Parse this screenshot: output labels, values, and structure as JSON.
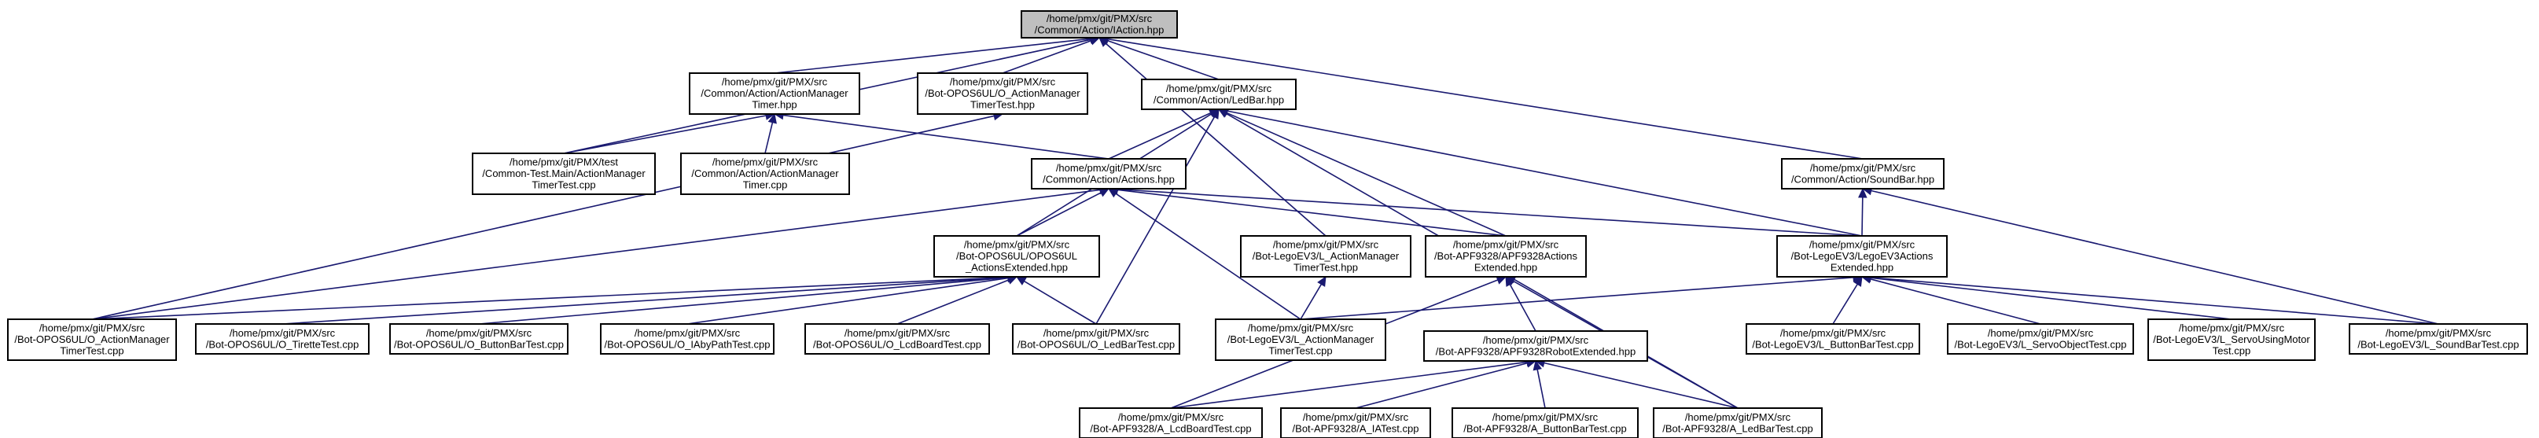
{
  "graph": {
    "nodes": [
      {
        "id": "iaction",
        "root": true,
        "lines": [
          "/home/pmx/git/PMX/src",
          "/Common/Action/IAction.hpp"
        ]
      },
      {
        "id": "actionmanagertimer",
        "lines": [
          "/home/pmx/git/PMX/src",
          "/Common/Action/ActionManager",
          "Timer.hpp"
        ]
      },
      {
        "id": "o-actionmanagertimertest-hpp",
        "lines": [
          "/home/pmx/git/PMX/src",
          "/Bot-OPOS6UL/O_ActionManager",
          "TimerTest.hpp"
        ]
      },
      {
        "id": "ledbar-hpp",
        "lines": [
          "/home/pmx/git/PMX/src",
          "/Common/Action/LedBar.hpp"
        ]
      },
      {
        "id": "soundbar-hpp",
        "lines": [
          "/home/pmx/git/PMX/src",
          "/Common/Action/SoundBar.hpp"
        ]
      },
      {
        "id": "common-test-main",
        "lines": [
          "/home/pmx/git/PMX/test",
          "/Common-Test.Main/ActionManager",
          "TimerTest.cpp"
        ]
      },
      {
        "id": "actionmanagertimer-cpp",
        "lines": [
          "/home/pmx/git/PMX/src",
          "/Common/Action/ActionManager",
          "Timer.cpp"
        ]
      },
      {
        "id": "actions-hpp",
        "lines": [
          "/home/pmx/git/PMX/src",
          "/Common/Action/Actions.hpp"
        ]
      },
      {
        "id": "opos6ul-actionsextended",
        "lines": [
          "/home/pmx/git/PMX/src",
          "/Bot-OPOS6UL/OPOS6UL",
          "_ActionsExtended.hpp"
        ]
      },
      {
        "id": "l-actionmanagertimertest-hpp",
        "lines": [
          "/home/pmx/git/PMX/src",
          "/Bot-LegoEV3/L_ActionManager",
          "TimerTest.hpp"
        ]
      },
      {
        "id": "apf9328-actionsextended",
        "lines": [
          "/home/pmx/git/PMX/src",
          "/Bot-APF9328/APF9328Actions",
          "Extended.hpp"
        ]
      },
      {
        "id": "legoev3-actionsextended",
        "lines": [
          "/home/pmx/git/PMX/src",
          "/Bot-LegoEV3/LegoEV3Actions",
          "Extended.hpp"
        ]
      },
      {
        "id": "o-actionmanagertimertest-cpp",
        "lines": [
          "/home/pmx/git/PMX/src",
          "/Bot-OPOS6UL/O_ActionManager",
          "TimerTest.cpp"
        ]
      },
      {
        "id": "o-tirettetest",
        "lines": [
          "/home/pmx/git/PMX/src",
          "/Bot-OPOS6UL/O_TiretteTest.cpp"
        ]
      },
      {
        "id": "o-buttonbartest",
        "lines": [
          "/home/pmx/git/PMX/src",
          "/Bot-OPOS6UL/O_ButtonBarTest.cpp"
        ]
      },
      {
        "id": "o-iabypathtest",
        "lines": [
          "/home/pmx/git/PMX/src",
          "/Bot-OPOS6UL/O_IAbyPathTest.cpp"
        ]
      },
      {
        "id": "o-lcdboardtest",
        "lines": [
          "/home/pmx/git/PMX/src",
          "/Bot-OPOS6UL/O_LcdBoardTest.cpp"
        ]
      },
      {
        "id": "o-ledbartest",
        "lines": [
          "/home/pmx/git/PMX/src",
          "/Bot-OPOS6UL/O_LedBarTest.cpp"
        ]
      },
      {
        "id": "l-actionmanagertimertest-cpp",
        "lines": [
          "/home/pmx/git/PMX/src",
          "/Bot-LegoEV3/L_ActionManager",
          "TimerTest.cpp"
        ]
      },
      {
        "id": "apf9328-robotextended",
        "lines": [
          "/home/pmx/git/PMX/src",
          "/Bot-APF9328/APF9328RobotExtended.hpp"
        ]
      },
      {
        "id": "l-buttonbartest",
        "lines": [
          "/home/pmx/git/PMX/src",
          "/Bot-LegoEV3/L_ButtonBarTest.cpp"
        ]
      },
      {
        "id": "l-servoobjecttest",
        "lines": [
          "/home/pmx/git/PMX/src",
          "/Bot-LegoEV3/L_ServoObjectTest.cpp"
        ]
      },
      {
        "id": "l-servousingmotortest",
        "lines": [
          "/home/pmx/git/PMX/src",
          "/Bot-LegoEV3/L_ServoUsingMotor",
          "Test.cpp"
        ]
      },
      {
        "id": "l-soundbartest",
        "lines": [
          "/home/pmx/git/PMX/src",
          "/Bot-LegoEV3/L_SoundBarTest.cpp"
        ]
      },
      {
        "id": "a-lcdboardtest",
        "lines": [
          "/home/pmx/git/PMX/src",
          "/Bot-APF9328/A_LcdBoardTest.cpp"
        ]
      },
      {
        "id": "a-iatest",
        "lines": [
          "/home/pmx/git/PMX/src",
          "/Bot-APF9328/A_IATest.cpp"
        ]
      },
      {
        "id": "a-buttonbartest",
        "lines": [
          "/home/pmx/git/PMX/src",
          "/Bot-APF9328/A_ButtonBarTest.cpp"
        ]
      },
      {
        "id": "a-ledbartest",
        "lines": [
          "/home/pmx/git/PMX/src",
          "/Bot-APF9328/A_LedBarTest.cpp"
        ]
      }
    ],
    "edges": [
      [
        "actionmanagertimer",
        "iaction"
      ],
      [
        "o-actionmanagertimertest-hpp",
        "iaction"
      ],
      [
        "ledbar-hpp",
        "iaction"
      ],
      [
        "soundbar-hpp",
        "iaction"
      ],
      [
        "common-test-main",
        "iaction"
      ],
      [
        "l-actionmanagertimertest-hpp",
        "iaction"
      ],
      [
        "common-test-main",
        "actionmanagertimer"
      ],
      [
        "actionmanagertimer-cpp",
        "actionmanagertimer"
      ],
      [
        "actions-hpp",
        "actionmanagertimer"
      ],
      [
        "o-actionmanagertimertest-cpp",
        "o-actionmanagertimertest-hpp"
      ],
      [
        "actions-hpp",
        "ledbar-hpp"
      ],
      [
        "opos6ul-actionsextended",
        "ledbar-hpp"
      ],
      [
        "o-ledbartest",
        "ledbar-hpp"
      ],
      [
        "apf9328-actionsextended",
        "ledbar-hpp"
      ],
      [
        "legoev3-actionsextended",
        "ledbar-hpp"
      ],
      [
        "a-ledbartest",
        "ledbar-hpp"
      ],
      [
        "legoev3-actionsextended",
        "soundbar-hpp"
      ],
      [
        "l-soundbartest",
        "soundbar-hpp"
      ],
      [
        "opos6ul-actionsextended",
        "actions-hpp"
      ],
      [
        "o-actionmanagertimertest-cpp",
        "actions-hpp"
      ],
      [
        "l-actionmanagertimertest-cpp",
        "actions-hpp"
      ],
      [
        "apf9328-actionsextended",
        "actions-hpp"
      ],
      [
        "legoev3-actionsextended",
        "actions-hpp"
      ],
      [
        "o-actionmanagertimertest-cpp",
        "opos6ul-actionsextended"
      ],
      [
        "o-tirettetest",
        "opos6ul-actionsextended"
      ],
      [
        "o-buttonbartest",
        "opos6ul-actionsextended"
      ],
      [
        "o-iabypathtest",
        "opos6ul-actionsextended"
      ],
      [
        "o-lcdboardtest",
        "opos6ul-actionsextended"
      ],
      [
        "o-ledbartest",
        "opos6ul-actionsextended"
      ],
      [
        "l-actionmanagertimertest-cpp",
        "l-actionmanagertimertest-hpp"
      ],
      [
        "apf9328-robotextended",
        "apf9328-actionsextended"
      ],
      [
        "a-lcdboardtest",
        "apf9328-actionsextended"
      ],
      [
        "a-ledbartest",
        "apf9328-actionsextended"
      ],
      [
        "l-actionmanagertimertest-cpp",
        "legoev3-actionsextended"
      ],
      [
        "l-buttonbartest",
        "legoev3-actionsextended"
      ],
      [
        "l-servoobjecttest",
        "legoev3-actionsextended"
      ],
      [
        "l-servousingmotortest",
        "legoev3-actionsextended"
      ],
      [
        "l-soundbartest",
        "legoev3-actionsextended"
      ],
      [
        "a-lcdboardtest",
        "apf9328-robotextended"
      ],
      [
        "a-iatest",
        "apf9328-robotextended"
      ],
      [
        "a-buttonbartest",
        "apf9328-robotextended"
      ],
      [
        "a-ledbartest",
        "apf9328-robotextended"
      ]
    ]
  }
}
